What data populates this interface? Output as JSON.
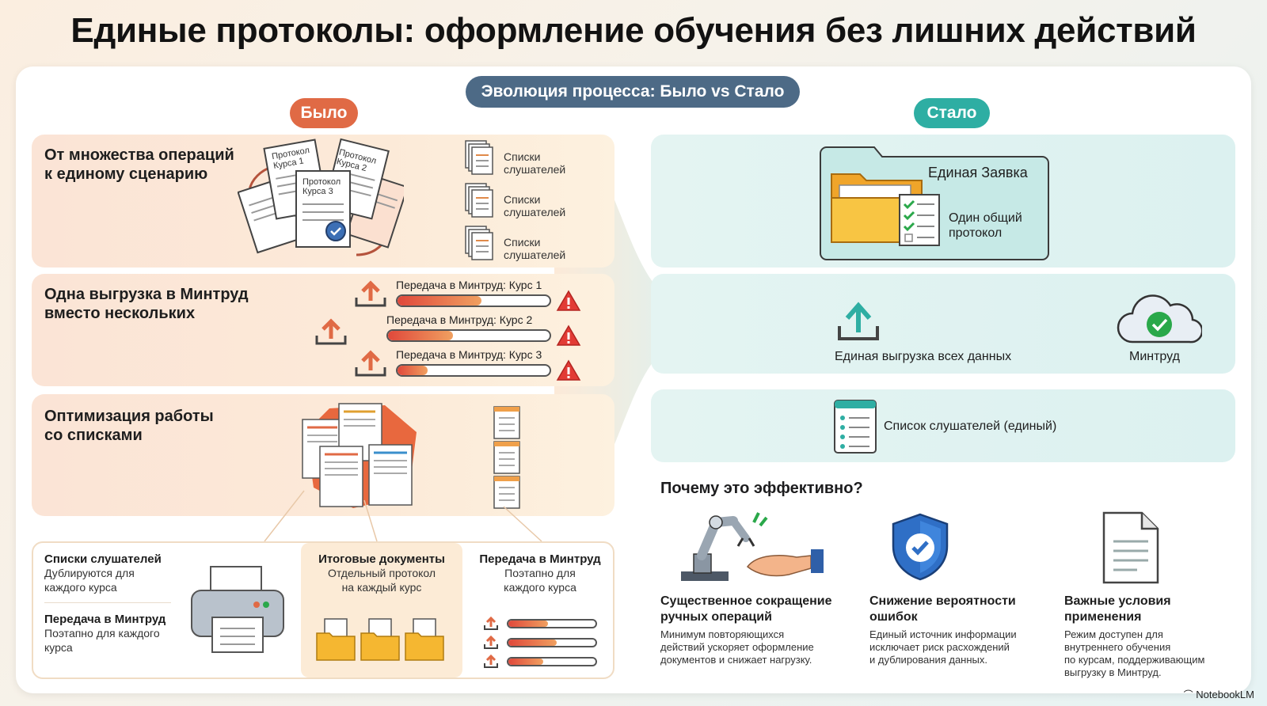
{
  "title": "Единые протоколы: оформление обучения без лишних действий",
  "evolution_label": "Эволюция процесса: Было vs Стало",
  "before_label": "Было",
  "after_label": "Стало",
  "before": {
    "row1": {
      "heading_line1": "От множества операций",
      "heading_line2": "к единому сценарию",
      "doc1_line1": "Протокол",
      "doc1_line2": "Курса 1",
      "doc2_line1": "Протокол",
      "doc2_line2": "Курса 2",
      "doc3_line1": "Протокол",
      "doc3_line2": "Курса 3",
      "lists": [
        {
          "line1": "Списки",
          "line2": "слушателей"
        },
        {
          "line1": "Списки",
          "line2": "слушателей"
        },
        {
          "line1": "Списки",
          "line2": "слушателей"
        }
      ]
    },
    "row2": {
      "heading_line1": "Одна выгрузка в Минтруд",
      "heading_line2": "вместо нескольких",
      "transfers": [
        {
          "label": "Передача в Минтруд: Курс 1",
          "progress": 0.55
        },
        {
          "label": "Передача в Минтруд: Курс 2",
          "progress": 0.4
        },
        {
          "label": "Передача в Минтруд: Курс 3",
          "progress": 0.2
        }
      ]
    },
    "row3": {
      "heading_line1": "Оптимизация работы",
      "heading_line2": "со списками"
    },
    "bottom": {
      "col1_head1": "Списки слушателей",
      "col1_sub1_line1": "Дублируются для",
      "col1_sub1_line2": "каждого курса",
      "col1_head2": "Передача в Минтруд",
      "col1_sub2_line1": "Поэтапно для каждого",
      "col1_sub2_line2": "курса",
      "col2_head": "Итоговые документы",
      "col2_sub_line1": "Отдельный протокол",
      "col2_sub_line2": "на каждый курс",
      "col3_head": "Передача в Минтруд",
      "col3_sub_line1": "Поэтапно для",
      "col3_sub_line2": "каждого курса",
      "col3_bars": [
        0.45,
        0.55,
        0.4
      ]
    }
  },
  "after": {
    "row1": {
      "folder_title": "Единая Заявка",
      "protocol_line1": "Один общий",
      "protocol_line2": "протокол"
    },
    "row2": {
      "upload_label": "Единая выгрузка всех данных",
      "cloud_label": "Минтруд"
    },
    "row3": {
      "list_label": "Список слушателей (единый)"
    }
  },
  "why": {
    "title": "Почему это эффективно?",
    "items": [
      {
        "head_line1": "Существенное сокращение",
        "head_line2": "ручных операций",
        "sub_line1": "Минимум повторяющихся",
        "sub_line2": "действий ускоряет оформление",
        "sub_line3": "документов и снижает нагрузку.",
        "sub_line4": ""
      },
      {
        "head_line1": "Снижение вероятности",
        "head_line2": "ошибок",
        "sub_line1": "Единый источник информации",
        "sub_line2": "исключает риск расхождений",
        "sub_line3": "и дублирования данных.",
        "sub_line4": ""
      },
      {
        "head_line1": "Важные условия",
        "head_line2": "применения",
        "sub_line1": "Режим доступен для",
        "sub_line2": "внутреннего обучения",
        "sub_line3": "по курсам, поддерживающим",
        "sub_line4": "выгрузку в Минтруд."
      }
    ]
  },
  "brand": "NotebookLM",
  "colors": {
    "before_accent": "#e06a45",
    "after_accent": "#2eaea3",
    "evolution_pill": "#4d6a86",
    "warning": "#e23b35",
    "check": "#2aa84a"
  }
}
